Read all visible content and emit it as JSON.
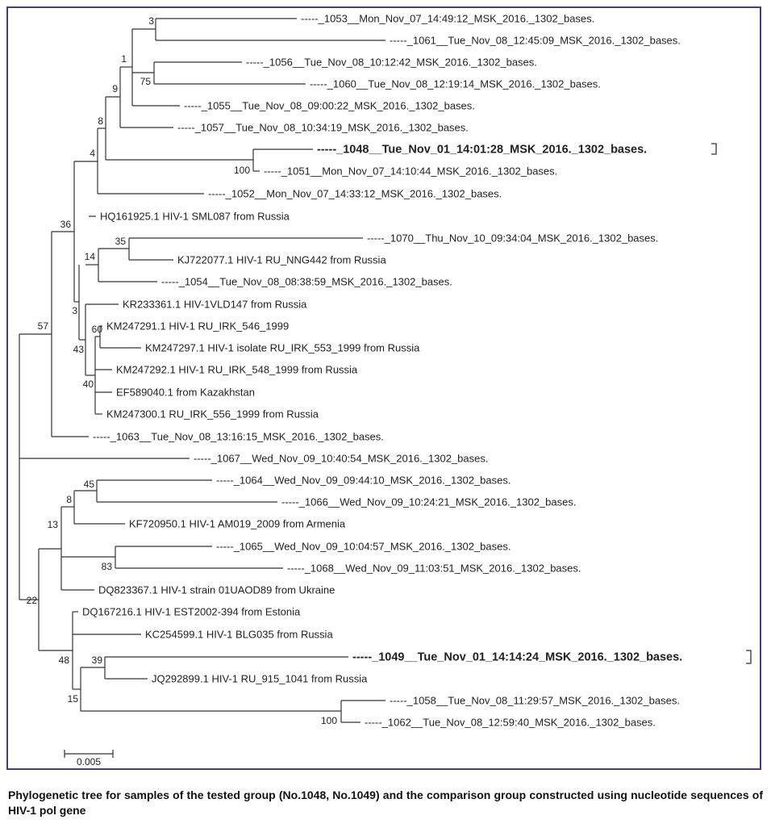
{
  "figure": {
    "caption": "Phylogenetic tree for samples of the tested group (No.1048, No.1049) and the comparison group constructed using nucleotide sequences of HIV-1 pol gene",
    "scale_bar_label": "0.005",
    "leaves": [
      {
        "id": "l1053",
        "label": "-----_1053__Mon_Nov_07_14:49:12_MSK_2016._1302_bases.",
        "bold": false
      },
      {
        "id": "l1061",
        "label": "-----_1061__Tue_Nov_08_12:45:09_MSK_2016._1302_bases.",
        "bold": false
      },
      {
        "id": "l1056",
        "label": "-----_1056__Tue_Nov_08_10:12:42_MSK_2016._1302_bases.",
        "bold": false
      },
      {
        "id": "l1060",
        "label": "-----_1060__Tue_Nov_08_12:19:14_MSK_2016._1302_bases.",
        "bold": false
      },
      {
        "id": "l1055",
        "label": "-----_1055__Tue_Nov_08_09:00:22_MSK_2016._1302_bases.",
        "bold": false
      },
      {
        "id": "l1057",
        "label": "-----_1057__Tue_Nov_08_10:34:19_MSK_2016._1302_bases.",
        "bold": false
      },
      {
        "id": "l1048",
        "label": "-----_1048__Tue_Nov_01_14:01:28_MSK_2016._1302_bases.",
        "bold": true
      },
      {
        "id": "l1051",
        "label": "-----_1051__Mon_Nov_07_14:10:44_MSK_2016._1302_bases.",
        "bold": false
      },
      {
        "id": "l1052",
        "label": "-----_1052__Mon_Nov_07_14:33:12_MSK_2016._1302_bases.",
        "bold": false
      },
      {
        "id": "lHQ161925",
        "label": "HQ161925.1 HIV-1 SML087 from Russia",
        "bold": false
      },
      {
        "id": "l1070",
        "label": "-----_1070__Thu_Nov_10_09:34:04_MSK_2016._1302_bases.",
        "bold": false
      },
      {
        "id": "lKJ722077",
        "label": "KJ722077.1 HIV-1 RU_NNG442 from Russia",
        "bold": false
      },
      {
        "id": "l1054",
        "label": "-----_1054__Tue_Nov_08_08:38:59_MSK_2016._1302_bases.",
        "bold": false
      },
      {
        "id": "lKR233361",
        "label": "KR233361.1 HIV-1VLD147 from Russia",
        "bold": false
      },
      {
        "id": "lKM247291",
        "label": "KM247291.1 HIV-1 RU_IRK_546_1999",
        "bold": false
      },
      {
        "id": "lKM247297",
        "label": "KM247297.1 HIV-1 isolate RU_IRK_553_1999 from Russia",
        "bold": false
      },
      {
        "id": "lKM247292",
        "label": "KM247292.1 HIV-1 RU_IRK_548_1999 from Russia",
        "bold": false
      },
      {
        "id": "lEF589040",
        "label": "EF589040.1 from Kazakhstan",
        "bold": false
      },
      {
        "id": "lKM247300",
        "label": "KM247300.1 RU_IRK_556_1999 from Russia",
        "bold": false
      },
      {
        "id": "l1063",
        "label": "-----_1063__Tue_Nov_08_13:16:15_MSK_2016._1302_bases.",
        "bold": false
      },
      {
        "id": "l1067",
        "label": "-----_1067__Wed_Nov_09_10:40:54_MSK_2016._1302_bases.",
        "bold": false
      },
      {
        "id": "l1064",
        "label": "-----_1064__Wed_Nov_09_09:44:10_MSK_2016._1302_bases.",
        "bold": false
      },
      {
        "id": "l1066",
        "label": "-----_1066__Wed_Nov_09_10:24:21_MSK_2016._1302_bases.",
        "bold": false
      },
      {
        "id": "lKF720950",
        "label": "KF720950.1 HIV-1  AM019_2009 from Armenia",
        "bold": false
      },
      {
        "id": "l1065",
        "label": "-----_1065__Wed_Nov_09_10:04:57_MSK_2016._1302_bases.",
        "bold": false
      },
      {
        "id": "l1068",
        "label": "-----_1068__Wed_Nov_09_11:03:51_MSK_2016._1302_bases.",
        "bold": false
      },
      {
        "id": "lDQ823367",
        "label": "DQ823367.1 HIV-1 strain 01UAOD89 from Ukraine",
        "bold": false
      },
      {
        "id": "lDQ167216",
        "label": "DQ167216.1 HIV-1 EST2002-394 from Estonia",
        "bold": false
      },
      {
        "id": "lKC254599",
        "label": "KC254599.1 HIV-1 BLG035 from Russia",
        "bold": false
      },
      {
        "id": "l1049",
        "label": "-----_1049__Tue_Nov_01_14:14:24_MSK_2016._1302_bases.",
        "bold": true
      },
      {
        "id": "lJQ292899",
        "label": "JQ292899.1 HIV-1  RU_915_1041 from Russia",
        "bold": false
      },
      {
        "id": "l1058",
        "label": "-----_1058__Tue_Nov_08_11:29:57_MSK_2016._1302_bases.",
        "bold": false
      },
      {
        "id": "l1062",
        "label": "-----_1062__Tue_Nov_08_12:59:40_MSK_2016._1302_bases.",
        "bold": false
      }
    ],
    "support_values": [
      {
        "node": "n3",
        "value": "3"
      },
      {
        "node": "n75",
        "value": "75"
      },
      {
        "node": "n1",
        "value": "1"
      },
      {
        "node": "n9",
        "value": "9"
      },
      {
        "node": "n100a",
        "value": "100"
      },
      {
        "node": "n8a",
        "value": "8"
      },
      {
        "node": "n4",
        "value": "4"
      },
      {
        "node": "n35",
        "value": "35"
      },
      {
        "node": "n14",
        "value": "14"
      },
      {
        "node": "n60",
        "value": "60"
      },
      {
        "node": "n40",
        "value": "40"
      },
      {
        "node": "n43",
        "value": "43"
      },
      {
        "node": "n3b",
        "value": "3"
      },
      {
        "node": "n36",
        "value": "36"
      },
      {
        "node": "n57",
        "value": "57"
      },
      {
        "node": "n45",
        "value": "45"
      },
      {
        "node": "n8b",
        "value": "8"
      },
      {
        "node": "n83",
        "value": "83"
      },
      {
        "node": "n13",
        "value": "13"
      },
      {
        "node": "n39",
        "value": "39"
      },
      {
        "node": "n100b",
        "value": "100"
      },
      {
        "node": "n15",
        "value": "15"
      },
      {
        "node": "n48",
        "value": "48"
      },
      {
        "node": "n22",
        "value": "22"
      }
    ]
  }
}
